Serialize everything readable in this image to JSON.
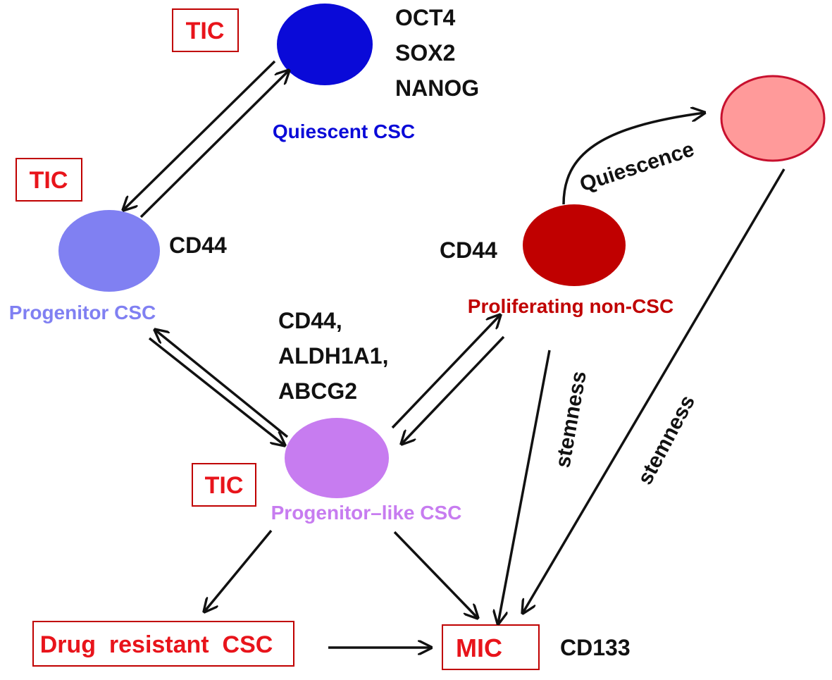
{
  "colors": {
    "quiescent": "#0a0ad8",
    "progenitor": "#8080f2",
    "progenitor_like": "#c77cf0",
    "proliferating": "#c00000",
    "quiescent_non_csc": "#ff9a9a",
    "quiescent_non_csc_border": "#c8102e",
    "tic_red": "#e8141b",
    "arrow": "#111111",
    "marker_text": "#111111"
  },
  "cells": {
    "quiescent_csc": {
      "label": "Quiescent CSC",
      "markers": [
        "OCT4",
        "SOX2",
        "NANOG"
      ],
      "tag": "TIC"
    },
    "progenitor_csc": {
      "label": "Progenitor CSC",
      "markers": [
        "CD44"
      ],
      "tag": "TIC"
    },
    "progenitor_like_csc": {
      "label": "Progenitor–like CSC",
      "markers": [
        "CD44,",
        "ALDH1A1,",
        "ABCG2"
      ],
      "tag": "TIC"
    },
    "proliferating_non_csc": {
      "label": "Proliferating non-CSC",
      "markers": [
        "CD44"
      ]
    },
    "quiescent_non_csc": {
      "label": ""
    }
  },
  "outcomes": {
    "drug_resistant": "Drug  resistant  CSC",
    "mic": "MIC",
    "mic_marker": "CD133"
  },
  "arrow_labels": {
    "quiescence": "Quiescence",
    "stemness_1": "stemness",
    "stemness_2": "stemness"
  }
}
